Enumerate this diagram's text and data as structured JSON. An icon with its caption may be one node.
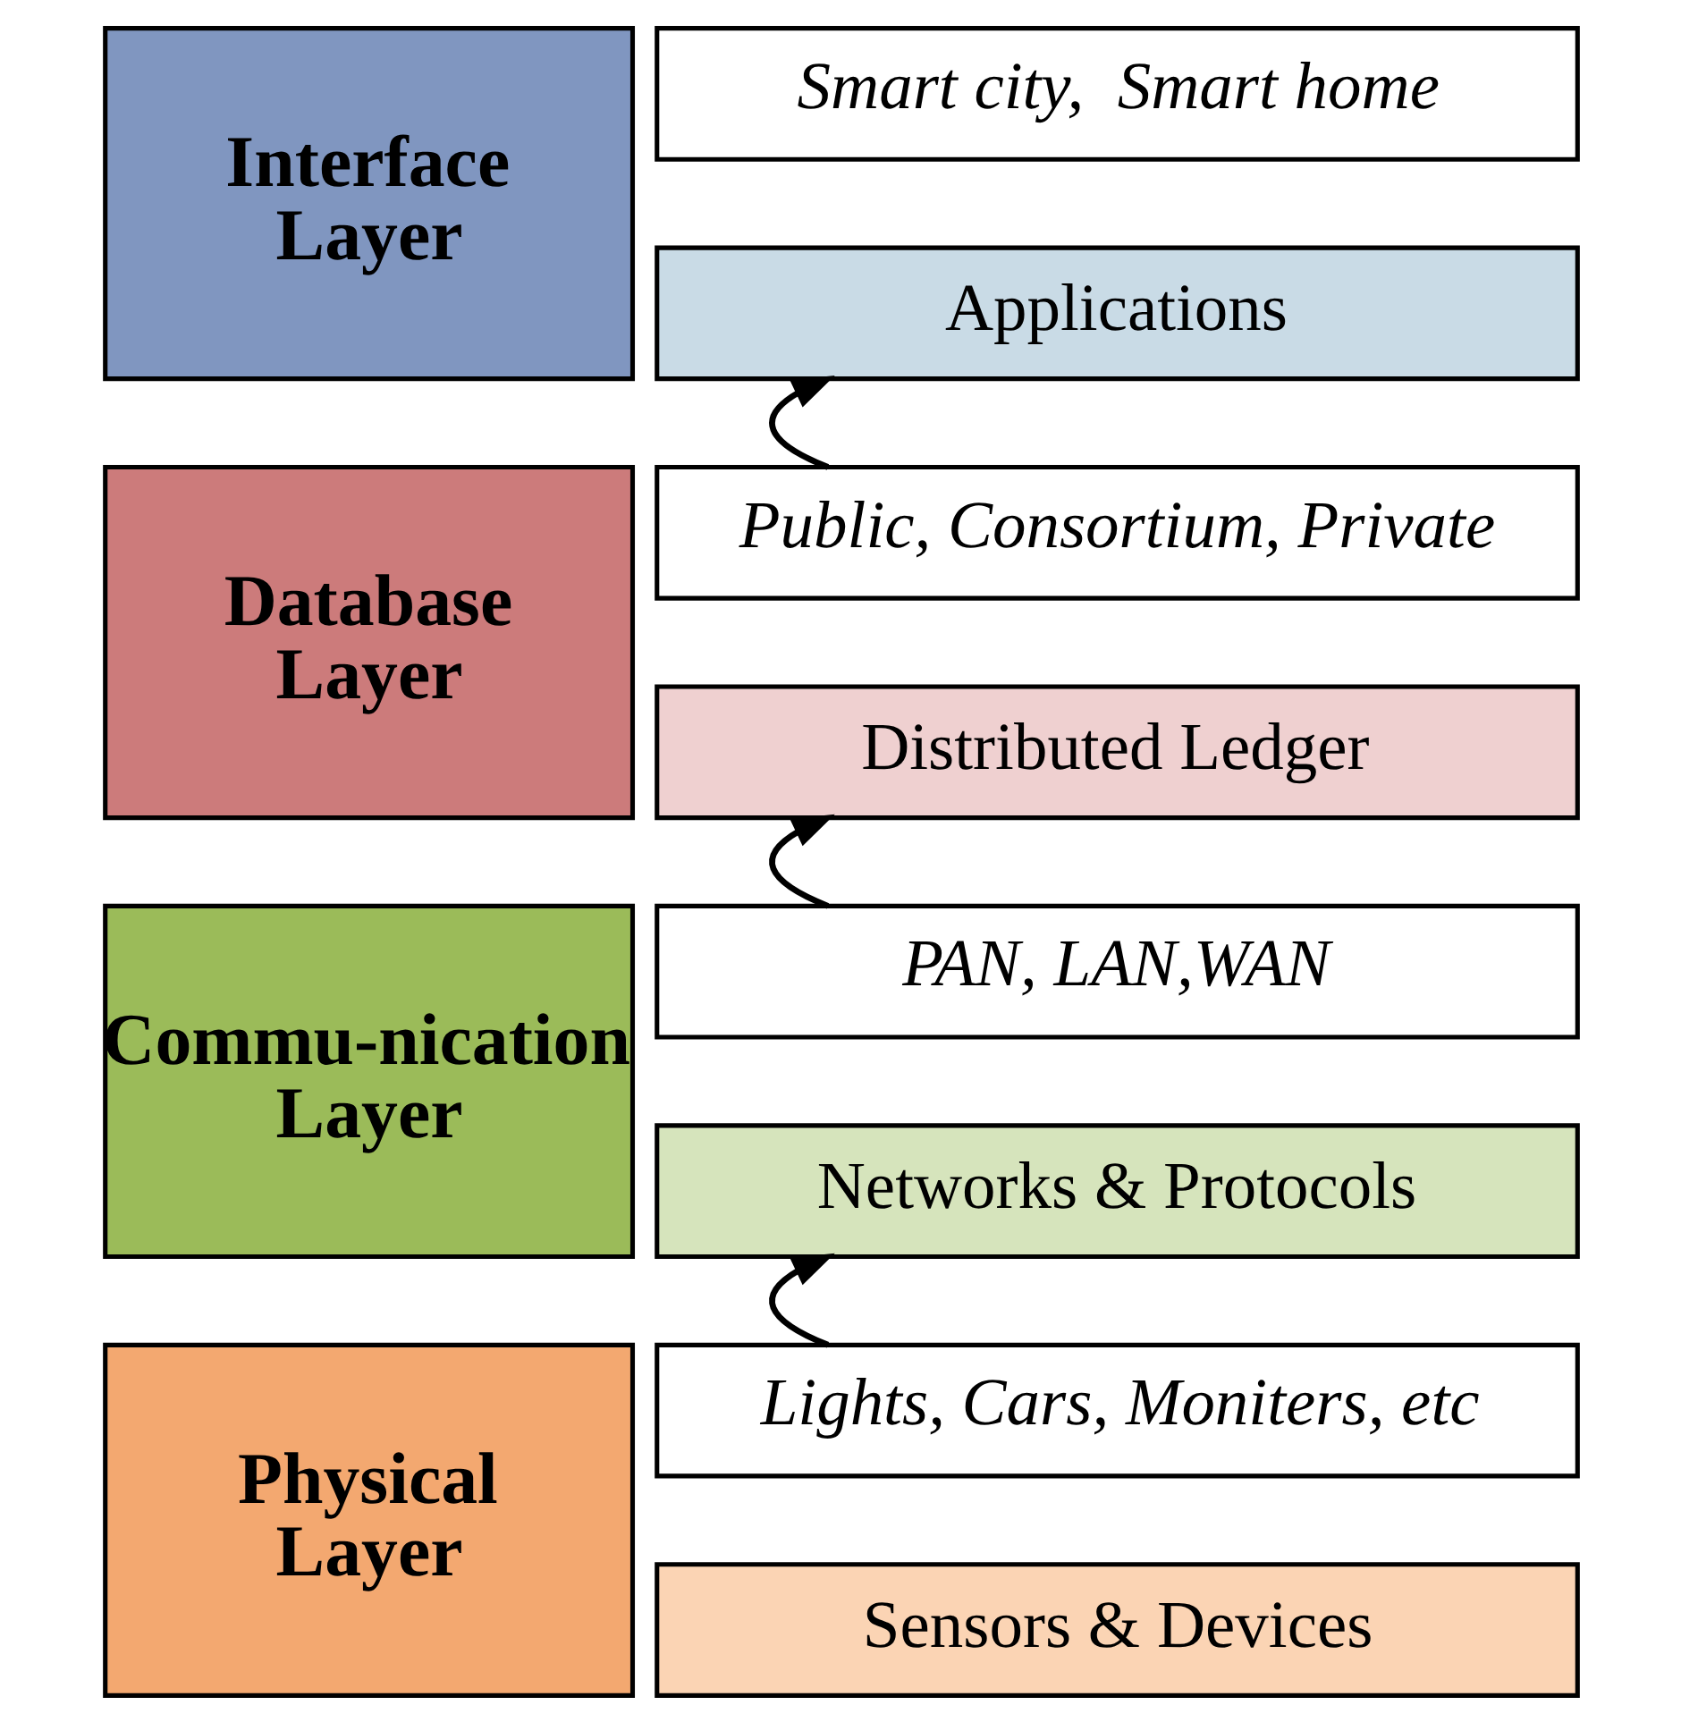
{
  "diagram": {
    "nodes": [
      {
        "text": [
          "Interface Layer"
        ]
      },
      {
        "text": [
          "Smart city,  Smart home"
        ]
      },
      {
        "text": [
          "Applications"
        ]
      },
      {
        "text": [
          "Database Layer"
        ]
      },
      {
        "text": [
          "Public, Consortium, Private"
        ]
      },
      {
        "text": [
          "Distributed Ledger"
        ]
      },
      {
        "text": [
          "Commu-nication Layer"
        ]
      },
      {
        "text": [
          "PAN, LAN,WAN"
        ]
      },
      {
        "text": [
          "Networks & Protocols"
        ]
      },
      {
        "text": [
          "Physical Layer"
        ]
      },
      {
        "text": [
          "Lights, Cars, Moniters, etc"
        ]
      },
      {
        "text": [
          "Sensors & Devices"
        ]
      }
    ],
    "edges": [
      {
        "from": 10,
        "to": 8,
        "arrow": "to"
      },
      {
        "from": 7,
        "to": 5,
        "arrow": "to"
      },
      {
        "from": 4,
        "to": 2,
        "arrow": "to"
      }
    ]
  }
}
